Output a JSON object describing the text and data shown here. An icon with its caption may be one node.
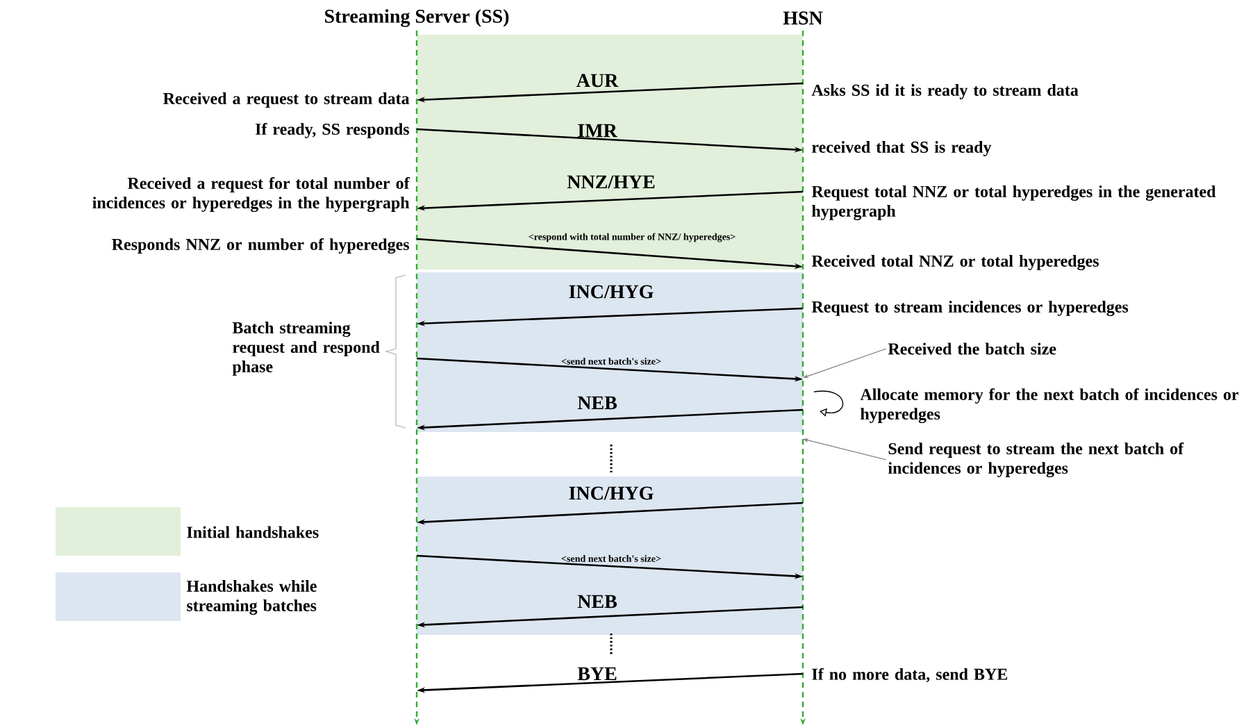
{
  "diagram": {
    "nodes": [
      {
        "text": [
          "Streaming Server (SS)"
        ]
      },
      {
        "text": [
          "HSN"
        ]
      },
      {
        "text": [
          "Received the batch size"
        ]
      },
      {
        "text": [
          "Send request to stream the next batch of incidences or hyperedges"
        ]
      }
    ],
    "edges": [
      {
        "from": 1,
        "to": 0,
        "arrow": "to",
        "label": "AUR"
      },
      {
        "from": 0,
        "to": 1,
        "arrow": "to",
        "label": "IMR"
      },
      {
        "from": 1,
        "to": 0,
        "arrow": "to",
        "label": "NNZ/HYE"
      },
      {
        "from": 0,
        "to": 1,
        "arrow": "to",
        "label": "<respond with total number of NNZ/ hyperedges>"
      },
      {
        "from": 1,
        "to": 0,
        "arrow": "to",
        "label": "INC/HYG"
      },
      {
        "from": 0,
        "to": 1,
        "arrow": "to",
        "label": "<send next batch's size>"
      },
      {
        "from": 1,
        "to": 0,
        "arrow": "to",
        "label": "NEB"
      },
      {
        "from": 1,
        "to": 0,
        "arrow": "to",
        "label": "INC/HYG"
      },
      {
        "from": 0,
        "to": 1,
        "arrow": "to",
        "label": "<send next batch's size>"
      },
      {
        "from": 1,
        "to": 0,
        "arrow": "to",
        "label": "NEB"
      },
      {
        "from": 1,
        "to": 0,
        "arrow": "to",
        "label": "BYE"
      },
      {
        "from": 2,
        "to": 1,
        "arrow": "to",
        "color": "#808080"
      },
      {
        "from": 3,
        "to": 1,
        "arrow": "to",
        "color": "#808080"
      }
    ],
    "labels": [
      "Asks SS id it is ready to stream data",
      "Received a request to stream data",
      "If ready, SS responds",
      "received that SS is ready",
      "Received a request for total number of incidences or hyperedges in the hypergraph",
      "Request total NNZ or total hyperedges in the generated hypergraph",
      "Responds NNZ or number of hyperedges",
      "Received total NNZ or total hyperedges",
      "Batch streaming request and respond phase",
      "Request to stream incidences or hyperedges",
      "Allocate memory for the next batch of incidences or hyperedges",
      "If no more data, send BYE"
    ],
    "legend": [
      {
        "text": "Initial handshakes",
        "color": "#e2efda"
      },
      {
        "text": "Handshakes while streaming batches",
        "color": "#dce6f1"
      }
    ]
  }
}
